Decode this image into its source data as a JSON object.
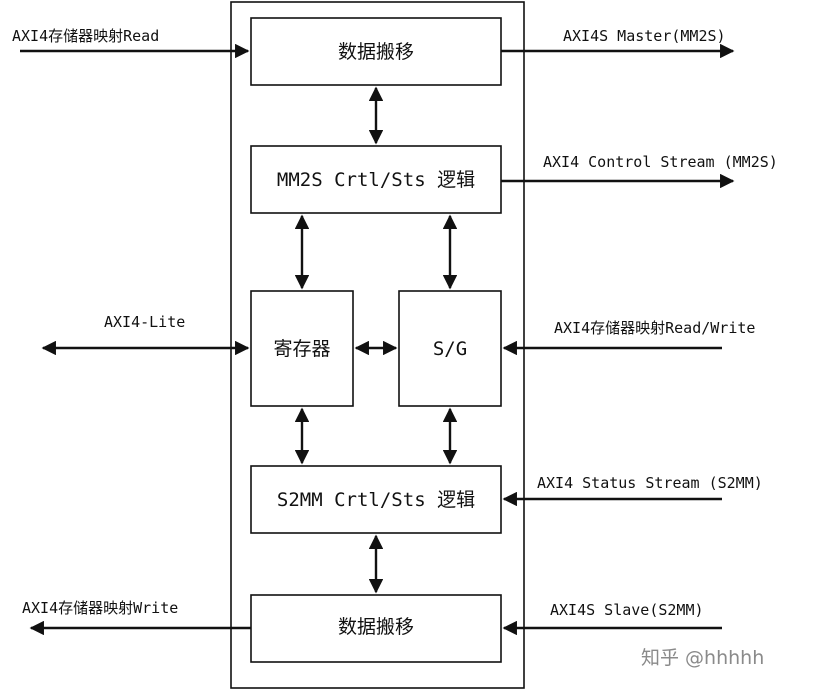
{
  "blocks": {
    "mm2s_datamover": "数据搬移",
    "mm2s_ctrl": "MM2S Crtl/Sts 逻辑",
    "registers": "寄存器",
    "sg": "S/G",
    "s2mm_ctrl": "S2MM Crtl/Sts 逻辑",
    "s2mm_datamover": "数据搬移"
  },
  "ports": {
    "axi4_mm_read": "AXI4存储器映射Read",
    "axi4s_master": "AXI4S Master(MM2S)",
    "axi4_control_stream": "AXI4 Control Stream (MM2S)",
    "axi4_lite": "AXI4-Lite",
    "axi4_mm_read_write": "AXI4存储器映射Read/Write",
    "axi4_status_stream": "AXI4 Status Stream (S2MM)",
    "axi4_mm_write": "AXI4存储器映射Write",
    "axi4s_slave": "AXI4S Slave(S2MM)"
  },
  "watermark": "知乎 @hhhhh",
  "colors": {
    "line": "#111111",
    "background": "#ffffff",
    "watermark": "#8a8a8a"
  }
}
